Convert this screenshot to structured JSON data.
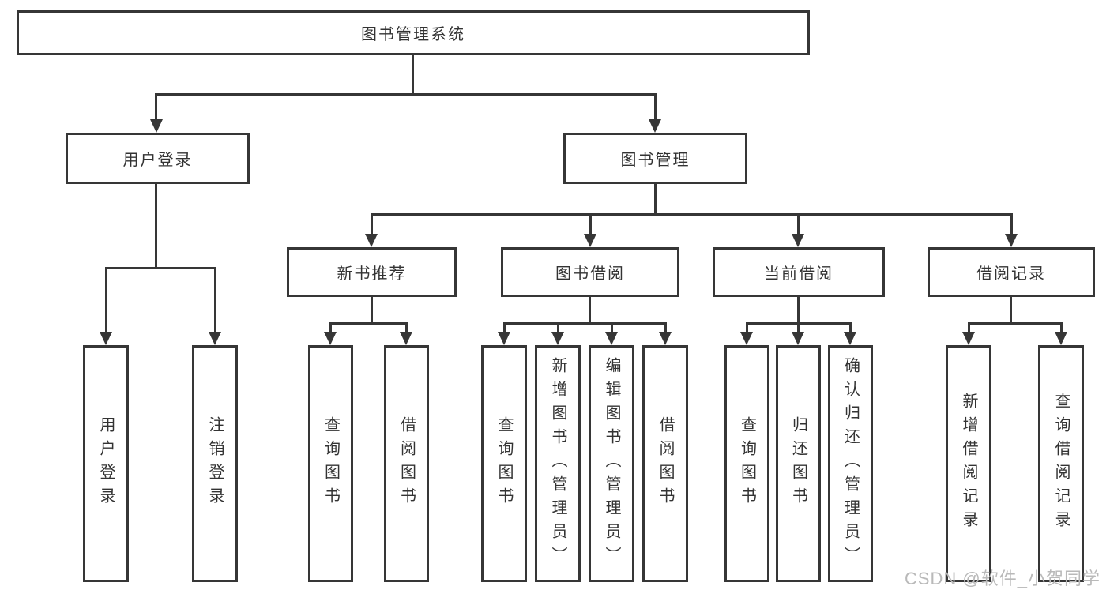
{
  "tree": {
    "label": "图书管理系统",
    "children": [
      {
        "label": "用户登录",
        "children": [
          {
            "label": "用户登录"
          },
          {
            "label": "注销登录"
          }
        ]
      },
      {
        "label": "图书管理",
        "children": [
          {
            "label": "新书推荐",
            "children": [
              {
                "label": "查询图书"
              },
              {
                "label": "借阅图书"
              }
            ]
          },
          {
            "label": "图书借阅",
            "children": [
              {
                "label": "查询图书"
              },
              {
                "label": "新增图书（管理员）"
              },
              {
                "label": "编辑图书（管理员）"
              },
              {
                "label": "借阅图书"
              }
            ]
          },
          {
            "label": "当前借阅",
            "children": [
              {
                "label": "查询图书"
              },
              {
                "label": "归还图书"
              },
              {
                "label": "确认归还（管理员）"
              }
            ]
          },
          {
            "label": "借阅记录",
            "children": [
              {
                "label": "新增借阅记录"
              },
              {
                "label": "查询借阅记录"
              }
            ]
          }
        ]
      }
    ]
  },
  "watermark": {
    "text": "CSDN @软件_小贺同学"
  },
  "colors": {
    "line": "#363636",
    "box_border": "#363636",
    "text": "#333333",
    "watermark": "#b9b9b9",
    "background": "#ffffff"
  }
}
